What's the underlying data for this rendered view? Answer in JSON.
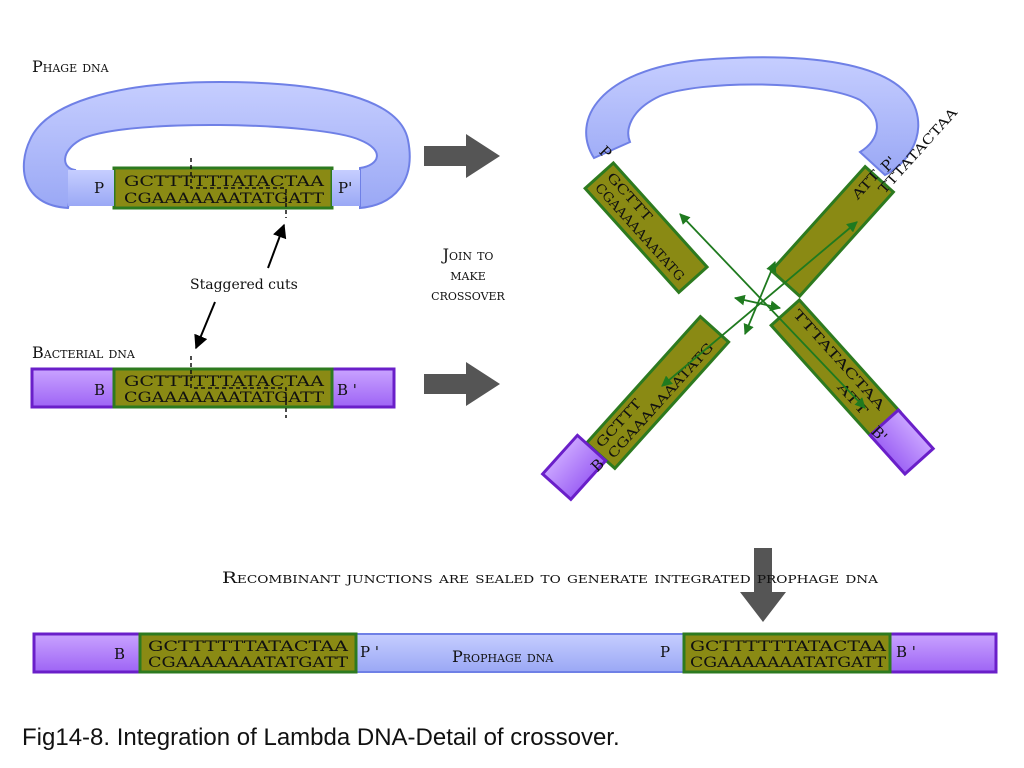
{
  "colors": {
    "phage_blue": "#a9b6ff",
    "phage_blue_dark": "#6f80e6",
    "bacterial_purple": "#b07cff",
    "bacterial_purple_dark": "#6a1fc9",
    "olive": "#8a8a14",
    "olive_border": "#2d7a1f",
    "arrow_gray": "#555555",
    "cross_green": "#1f7a1f"
  },
  "labels": {
    "phage_dna": "Phage dna",
    "bacterial_dna": "Bacterial dna",
    "staggered_cuts": "Staggered cuts",
    "join_line1": "Join to",
    "join_line2": "make",
    "join_line3": "crossover",
    "recombinant": "Recombinant junctions are sealed to generate integrated prophage dna",
    "prophage_dna": "Prophage dna",
    "caption": "Fig14-8. Integration of Lambda DNA-Detail of crossover."
  },
  "phage": {
    "left_end": "P",
    "right_end": "P'",
    "top_strand": "GCTTTTTTATACTAA",
    "bottom_strand": "CGAAAAAAATATGATT"
  },
  "bacterial": {
    "left_end": "B",
    "right_end": "B '",
    "top_strand": "GCTTTTTTATACTAA",
    "bottom_strand": "CGAAAAAAATATGATT"
  },
  "crossover": {
    "P_label": "P",
    "Pprime_label": "P'",
    "B_label": "B",
    "Bprime_label": "B'",
    "ul_top": "GCTTT",
    "ul_bottom": "CGAAAAAAATATG",
    "ur_top": "TTTATACTAA",
    "ur_bottom": "ATT",
    "ll_top": "GCTTT",
    "ll_bottom": "CGAAAAAAATATG",
    "lr_top": "TTTATACTAA",
    "lr_bottom": "ATT"
  },
  "integrated": {
    "left_end": "B",
    "left_top": "GCTTTTTTATACTAA",
    "left_bottom": "CGAAAAAAATATGATT",
    "left_inner": "P '",
    "right_inner": "P",
    "right_top": "GCTTTTTTATACTAA",
    "right_bottom": "CGAAAAAAATATGATT",
    "right_end": "B '"
  }
}
